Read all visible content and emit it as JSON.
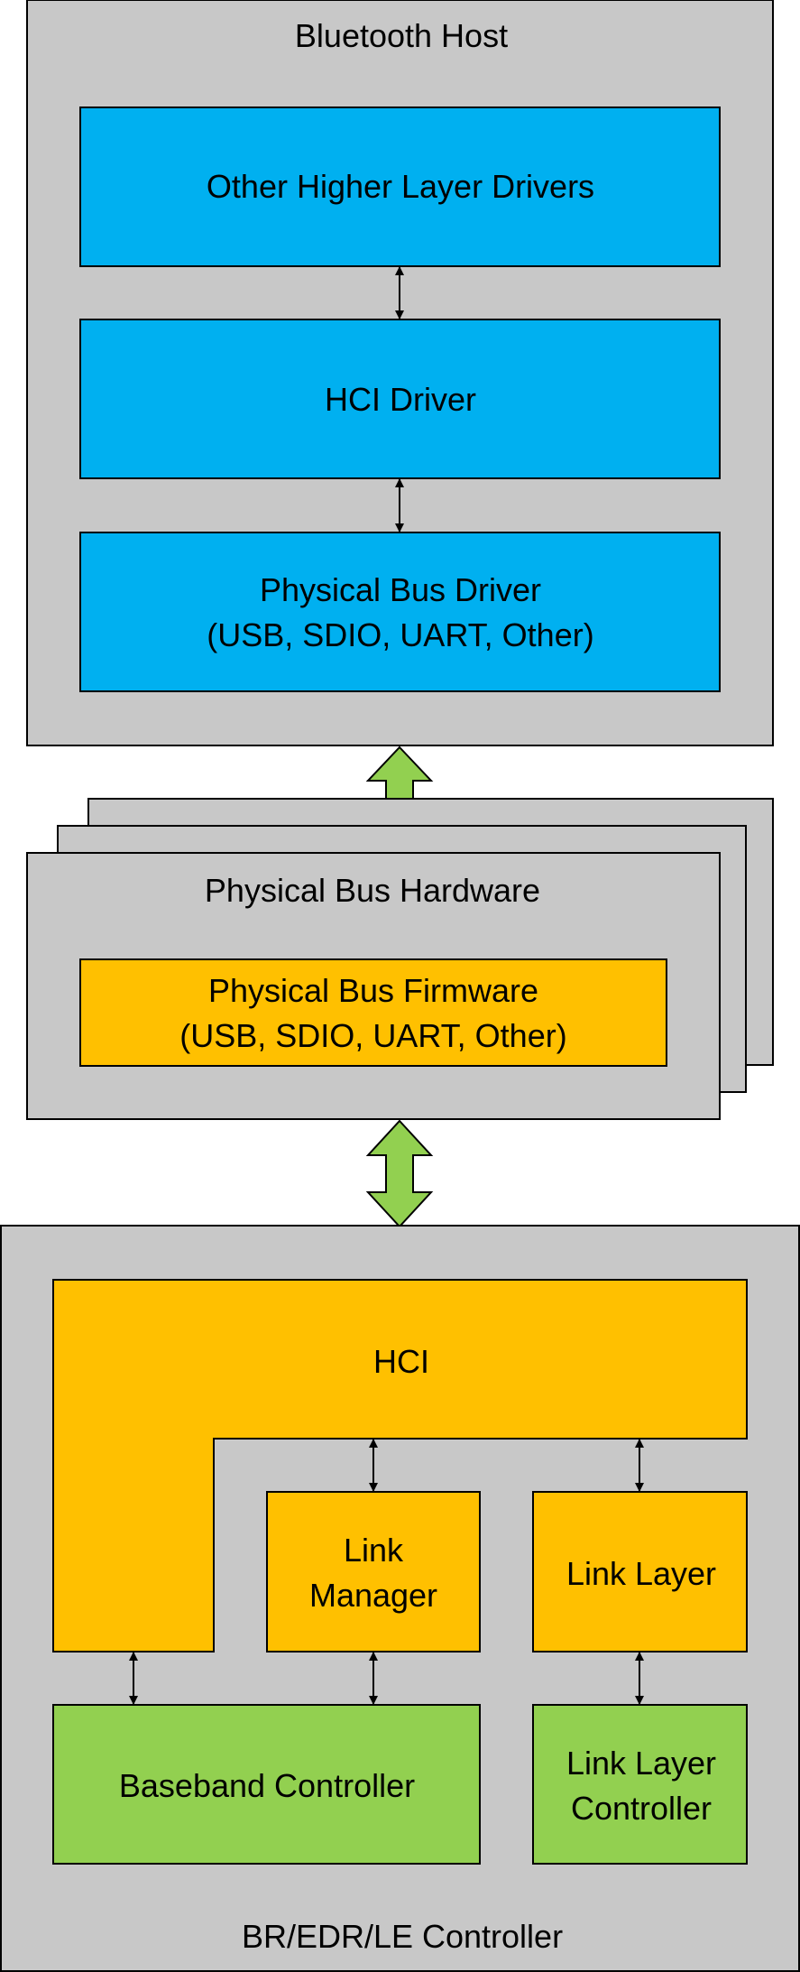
{
  "colors": {
    "container": "#c8c8c8",
    "host_layer": "#00b0f0",
    "firmware": "#ffc000",
    "controller_green": "#92d050",
    "outline": "#000000"
  },
  "host": {
    "title": "Bluetooth Host",
    "layers": {
      "higher": "Other Higher Layer Drivers",
      "hci_driver": "HCI Driver",
      "bus_driver_line1": "Physical Bus Driver",
      "bus_driver_line2": "(USB, SDIO, UART, Other)"
    }
  },
  "bus": {
    "title": "Physical Bus Hardware",
    "firmware_line1": "Physical Bus Firmware",
    "firmware_line2": "(USB, SDIO, UART, Other)"
  },
  "controller": {
    "title": "BR/EDR/LE Controller",
    "hci": "HCI",
    "link_manager_line1": "Link",
    "link_manager_line2": "Manager",
    "link_layer": "Link Layer",
    "baseband": "Baseband Controller",
    "ll_controller_line1": "Link Layer",
    "ll_controller_line2": "Controller"
  }
}
